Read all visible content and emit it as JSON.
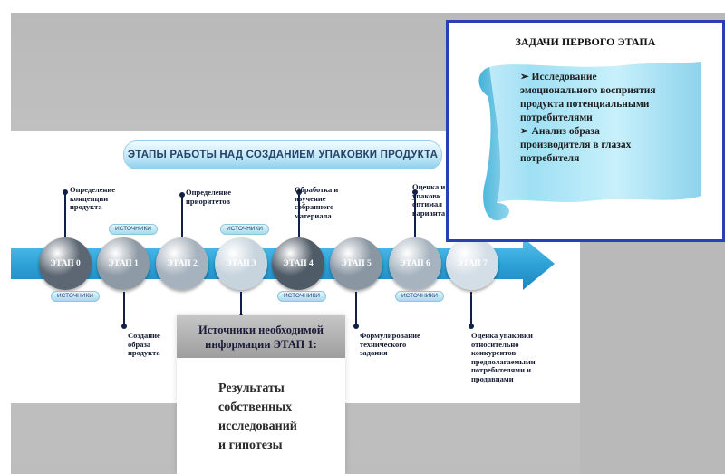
{
  "title": "ЭТАПЫ РАБОТЫ НАД СОЗДАНИЕМ УПАКОВКИ ПРОДУКТА",
  "stages": [
    {
      "label": "ЭТАП 0",
      "color": "#5c6773"
    },
    {
      "label": "ЭТАП 1",
      "color": "#8e9aa5"
    },
    {
      "label": "ЭТАП 2",
      "color": "#a6b2bd"
    },
    {
      "label": "ЭТАП 3",
      "color": "#c7d4de"
    },
    {
      "label": "ЭТАП 4",
      "color": "#4f5b66"
    },
    {
      "label": "ЭТАП 5",
      "color": "#8a96a2"
    },
    {
      "label": "ЭТАП 6",
      "color": "#a7b4bf"
    },
    {
      "label": "ЭТАП 7",
      "color": "#d4dee6"
    }
  ],
  "source_tag": "ИСТОЧНИКИ",
  "labels": {
    "stage0": [
      "Определение",
      "концепции",
      "продукта"
    ],
    "stage1": [
      "Создание",
      "образа",
      "продукта"
    ],
    "stage2": [
      "Определение",
      "приоритетов"
    ],
    "stage4": [
      "Обработка и",
      "изучение",
      "собранного",
      "материала"
    ],
    "stage5": [
      "Формулирование",
      "технического",
      "задания"
    ],
    "stage6": [
      "Оценка и",
      "упаковк",
      "оптимал",
      "варианта"
    ],
    "stage7": [
      "Оценка упаковки",
      "относительно",
      "конкурентов",
      "предполагаемыми",
      "потребителями и",
      "продавцами"
    ]
  },
  "tasks": {
    "title": "ЗАДАЧИ ПЕРВОГО ЭТАПА",
    "items": [
      [
        "➢ Исследование",
        "эмоционального восприятия",
        "продукта потенциальными",
        "потребителями"
      ],
      [
        "➢ Анализ образа",
        "производителя в глазах",
        "потребителя"
      ]
    ]
  },
  "sources": {
    "heading": [
      "Источники необходимой",
      "информации ЭТАП 1:"
    ],
    "body": [
      "Результаты",
      "собственных",
      "исследований",
      "и гипотезы"
    ]
  },
  "colors": {
    "arrow": "#35a9dd",
    "panel_border": "#2a3fb0",
    "stem": "#10204a",
    "scroll_light": "#d9f3fb",
    "scroll_mid": "#8ed6ee",
    "scroll_dark": "#4bb8dc"
  }
}
